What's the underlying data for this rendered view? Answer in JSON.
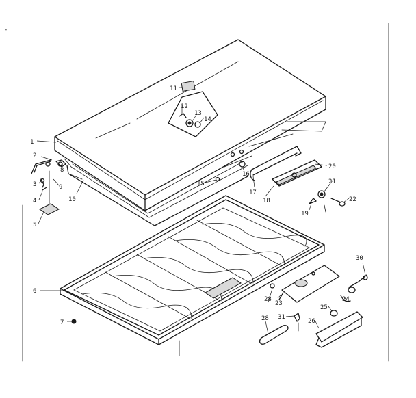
{
  "diagram": {
    "callouts": {
      "c1": "1",
      "c2": "2",
      "c3": "3",
      "c4": "4",
      "c5": "5",
      "c6": "6",
      "c7": "7",
      "c8": "8",
      "c9": "9",
      "c10": "10",
      "c11": "11",
      "c12": "12",
      "c13": "13",
      "c14": "14",
      "c15": "15",
      "c16": "16",
      "c17": "17",
      "c18": "18",
      "c19": "19",
      "c20": "20",
      "c21": "21",
      "c22": "22",
      "c23": "23",
      "c24": "24",
      "c25": "25",
      "c26": "26",
      "c28a": "28",
      "c28b": "28",
      "c30": "30",
      "c31": "31"
    }
  }
}
